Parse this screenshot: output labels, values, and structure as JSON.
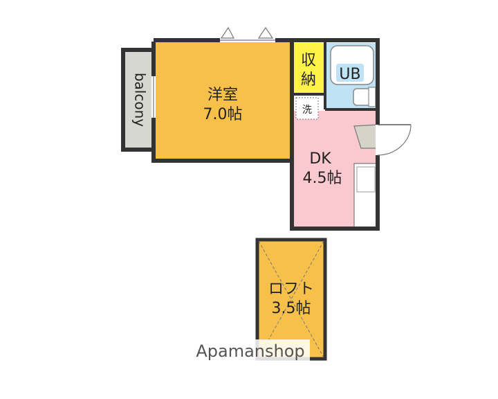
{
  "colors": {
    "western_room": "#F6C04B",
    "loft": "#F6C04B",
    "dk": "#F9C9CF",
    "ub": "#BFE3F5",
    "storage": "#FFF34A",
    "balcony": "#D7D7D2",
    "wall": "#333333"
  },
  "rooms": {
    "western": {
      "name": "洋室",
      "size": "7.0帖"
    },
    "dk": {
      "name": "DK",
      "size": "4.5帖"
    },
    "ub": {
      "name": "UB"
    },
    "storage": {
      "name_line1": "収",
      "name_line2": "納"
    },
    "washer": {
      "name": "洗"
    },
    "balcony": {
      "name": "balcony"
    },
    "loft": {
      "name": "ロフト",
      "size": "3.5帖"
    }
  },
  "watermark": "Apamanshop"
}
